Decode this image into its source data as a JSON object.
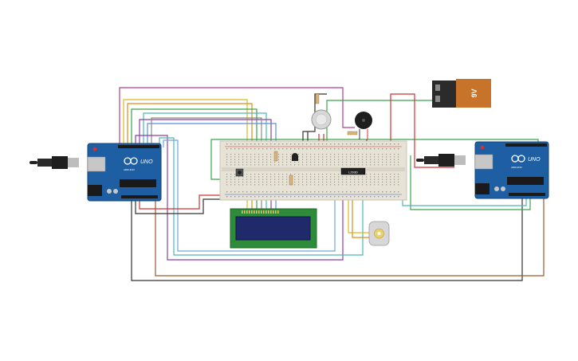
{
  "components": {
    "arduino_left": {
      "brand": "UNO",
      "sub": "ARDUINO"
    },
    "arduino_right": {
      "brand": "UNO",
      "sub": "ARDUINO"
    },
    "battery": {
      "label": "9V",
      "body_color": "#c8732a",
      "cap_color": "#2b2b2b"
    },
    "ic_chip": {
      "label": "L293D"
    },
    "lcd": {
      "screen_color": "#1f2a6b",
      "board_color": "#2e8b3a"
    }
  },
  "colors": {
    "board_blue": "#1e5fa3",
    "breadboard": "#e6e2d6",
    "wire_red": "#d43131",
    "wire_black": "#333333",
    "wire_green": "#3aa34a",
    "wire_yellow": "#e0b820",
    "wire_orange": "#e08a1c",
    "wire_purple": "#8d3fa6",
    "wire_teal": "#4bb8b8",
    "wire_magenta": "#b0408a",
    "wire_brown": "#9a5a2c",
    "wire_gray": "#8a8a8a"
  },
  "icons": [
    "usb-cable-icon",
    "buzzer-icon",
    "potentiometer-icon",
    "dc-motor-icon",
    "pushbutton-icon"
  ]
}
